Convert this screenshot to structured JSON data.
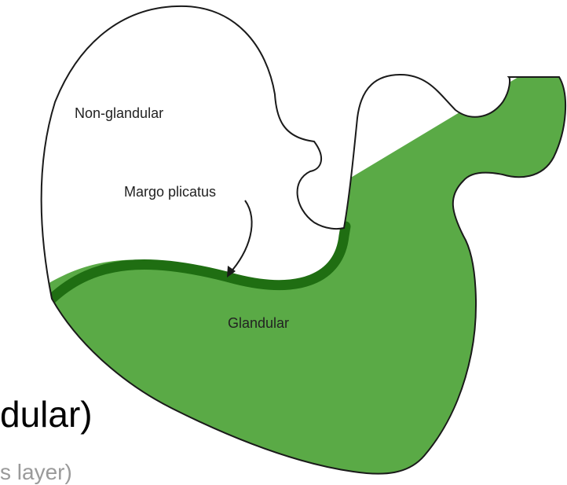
{
  "labels": {
    "non_glandular": "Non-glandular",
    "margo_plicatus": "Margo plicatus",
    "glandular": "Glandular"
  },
  "slide_text": {
    "line1": "dular)",
    "line2": "s layer)"
  },
  "colors": {
    "glandular_fill": "#5aaa46",
    "margo_band": "#1f6e12",
    "outline": "#1a1a1a",
    "text_main": "#000000",
    "text_faint": "#9a9a9a"
  },
  "icons": {
    "margo_pointer": "curved-arrow-icon"
  }
}
